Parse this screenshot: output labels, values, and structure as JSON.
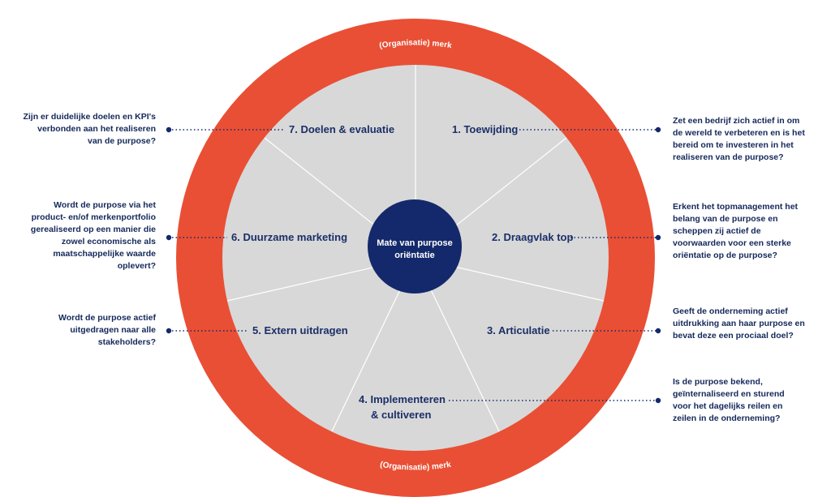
{
  "colors": {
    "ring": "#e94f35",
    "segment": "#d8d8d8",
    "divider": "#ffffff",
    "center": "#13296b",
    "label": "#1b2f68",
    "dots": "#13296b"
  },
  "ring": {
    "top_label": "(Organisatie) merk",
    "bottom_label": "(Organisatie) merk"
  },
  "center": {
    "line1": "Mate van purpose",
    "line2": "oriëntatie"
  },
  "segments": [
    {
      "label": "1. Toewijding",
      "question": [
        "Zet een bedrijf zich actief in om",
        "de wereld te verbeteren en is het",
        "bereid om te investeren in het",
        "realiseren van de purpose?"
      ]
    },
    {
      "label": "2. Draagvlak top",
      "question": [
        "Erkent het topmanagement het",
        "belang van de purpose en",
        "scheppen zij actief de",
        "voorwaarden voor een sterke",
        "oriëntatie op de purpose?"
      ]
    },
    {
      "label": "3. Articulatie",
      "question": [
        "Geeft de onderneming actief",
        "uitdrukking aan haar purpose en",
        "bevat deze een prociaal doel?"
      ]
    },
    {
      "label": [
        "4. Implementeren",
        "& cultiveren"
      ],
      "question": [
        "Is de purpose bekend,",
        "geïnternaliseerd en sturend",
        "voor het dagelijks reilen en",
        "zeilen in de onderneming?"
      ]
    },
    {
      "label": "5. Extern uitdragen",
      "question": [
        "Wordt de purpose actief",
        "uitgedragen naar alle",
        "stakeholders?"
      ]
    },
    {
      "label": "6. Duurzame marketing",
      "question": [
        "Wordt de purpose via het",
        "product- en/of merkenportfolio",
        "gerealiseerd op een manier die",
        "zowel economische als",
        "maatschappelijke waarde",
        "oplevert?"
      ]
    },
    {
      "label": "7. Doelen & evaluatie",
      "question": [
        "Zijn er duidelijke doelen en KPI's",
        "verbonden aan het realiseren",
        "van de purpose?"
      ]
    }
  ]
}
